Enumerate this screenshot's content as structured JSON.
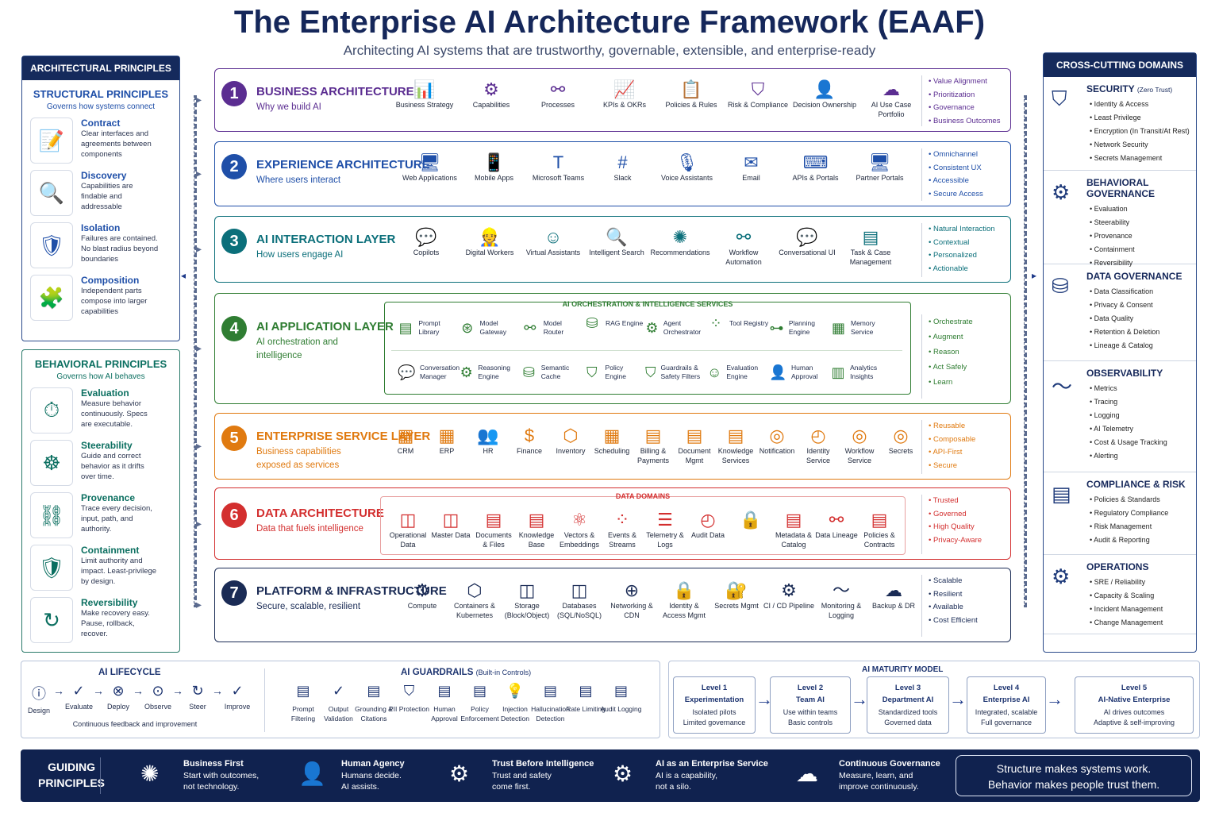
{
  "title": "The Enterprise AI Architecture Framework (EAAF)",
  "subtitle": "Architecting AI systems that are trustworthy, governable, extensible, and enterprise-ready",
  "left": {
    "header": "ARCHITECTURAL PRINCIPLES",
    "structural": {
      "title": "STRUCTURAL PRINCIPLES",
      "desc": "Governs how systems connect",
      "items": [
        {
          "title": "Contract",
          "desc": "Clear interfaces and agreements between components"
        },
        {
          "title": "Discovery",
          "desc": "Capabilities are findable and addressable"
        },
        {
          "title": "Isolation",
          "desc": "Failures are contained. No blast radius beyond boundaries"
        },
        {
          "title": "Composition",
          "desc": "Independent parts compose into larger capabilities"
        }
      ]
    },
    "behavioral": {
      "title": "BEHAVIORAL PRINCIPLES",
      "desc": "Governs how AI behaves",
      "items": [
        {
          "title": "Evaluation",
          "desc": "Measure behavior continuously. Specs are executable."
        },
        {
          "title": "Steerability",
          "desc": "Guide and correct behavior as it drifts over time."
        },
        {
          "title": "Provenance",
          "desc": "Trace every decision, input, path, and authority."
        },
        {
          "title": "Containment",
          "desc": "Limit authority and impact. Least-privilege by design."
        },
        {
          "title": "Reversibility",
          "desc": "Make recovery easy. Pause, rollback, recover."
        }
      ]
    }
  },
  "layers": [
    {
      "num": "1",
      "title": "BUSINESS ARCHITECTURE",
      "sub": "Why we build AI",
      "items": [
        "Business Strategy",
        "Capabilities",
        "Processes",
        "KPIs & OKRs",
        "Policies & Rules",
        "Risk & Compliance",
        "Decision Ownership",
        "AI Use Case Portfolio"
      ],
      "tags": [
        "Value Alignment",
        "Prioritization",
        "Governance",
        "Business Outcomes"
      ]
    },
    {
      "num": "2",
      "title": "EXPERIENCE ARCHITECTURE",
      "sub": "Where users interact",
      "items": [
        "Web Applications",
        "Mobile Apps",
        "Microsoft Teams",
        "Slack",
        "Voice Assistants",
        "Email",
        "APIs & Portals",
        "Partner Portals"
      ],
      "tags": [
        "Omnichannel",
        "Consistent UX",
        "Accessible",
        "Secure Access"
      ]
    },
    {
      "num": "3",
      "title": "AI INTERACTION LAYER",
      "sub": "How users engage AI",
      "items": [
        "Copilots",
        "Digital Workers",
        "Virtual Assistants",
        "Intelligent Search",
        "Recommendations",
        "Workflow Automation",
        "Conversational UI",
        "Task & Case Management"
      ],
      "tags": [
        "Natural Interaction",
        "Contextual",
        "Personalized",
        "Actionable"
      ]
    },
    {
      "num": "4",
      "title": "AI APPLICATION LAYER",
      "sub": "AI orchestration and intelligence",
      "box_title": "AI ORCHESTRATION & INTELLIGENCE SERVICES",
      "row1": [
        "Prompt Library",
        "Model Gateway",
        "Model Router",
        "RAG Engine",
        "Agent Orchestrator",
        "Tool Registry",
        "Planning Engine",
        "Memory Service"
      ],
      "row2": [
        "Conversation Manager",
        "Reasoning Engine",
        "Semantic Cache",
        "Policy Engine",
        "Guardrails & Safety Filters",
        "Evaluation Engine",
        "Human Approval",
        "Analytics Insights"
      ],
      "tags": [
        "Orchestrate",
        "Augment",
        "Reason",
        "Act Safely",
        "Learn"
      ]
    },
    {
      "num": "5",
      "title": "ENTERPRISE SERVICE LAYER",
      "sub": "Business capabilities exposed as services",
      "items": [
        "CRM",
        "ERP",
        "HR",
        "Finance",
        "Inventory",
        "Scheduling",
        "Billing & Payments",
        "Document Mgmt",
        "Knowledge Services",
        "Notification",
        "Identity Service",
        "Workflow Service",
        "Secrets"
      ],
      "tags": [
        "Reusable",
        "Composable",
        "API-First",
        "Secure"
      ]
    },
    {
      "num": "6",
      "title": "DATA ARCHITECTURE",
      "sub": "Data that fuels intelligence",
      "box_title": "DATA DOMAINS",
      "items": [
        "Operational Data",
        "Master Data",
        "Documents & Files",
        "Knowledge Base",
        "Vectors & Embeddings",
        "Events & Streams",
        "Telemetry & Logs",
        "Audit Data",
        "",
        "Metadata & Catalog",
        "Data Lineage",
        "Policies & Contracts"
      ],
      "tags": [
        "Trusted",
        "Governed",
        "High Quality",
        "Privacy-Aware"
      ]
    },
    {
      "num": "7",
      "title": "PLATFORM & INFRASTRUCTURE",
      "sub": "Secure, scalable, resilient",
      "items": [
        "Compute",
        "Containers & Kubernetes",
        "Storage (Block/Object)",
        "Databases (SQL/NoSQL)",
        "Networking & CDN",
        "Identity & Access Mgmt",
        "Secrets Mgmt",
        "CI / CD Pipeline",
        "Monitoring & Logging",
        "Backup & DR"
      ],
      "tags": [
        "Scalable",
        "Resilient",
        "Available",
        "Cost Efficient"
      ]
    }
  ],
  "right": {
    "header": "CROSS-CUTTING DOMAINS",
    "domains": [
      {
        "title": "SECURITY",
        "note": "(Zero Trust)",
        "items": [
          "Identity & Access",
          "Least Privilege",
          "Encryption (In Transit/At Rest)",
          "Network Security",
          "Secrets Management"
        ]
      },
      {
        "title": "BEHAVIORAL GOVERNANCE",
        "note": "",
        "items": [
          "Evaluation",
          "Steerability",
          "Provenance",
          "Containment",
          "Reversibility"
        ]
      },
      {
        "title": "DATA GOVERNANCE",
        "note": "",
        "items": [
          "Data Classification",
          "Privacy & Consent",
          "Data Quality",
          "Retention & Deletion",
          "Lineage & Catalog"
        ]
      },
      {
        "title": "OBSERVABILITY",
        "note": "",
        "items": [
          "Metrics",
          "Tracing",
          "Logging",
          "AI Telemetry",
          "Cost & Usage Tracking",
          "Alerting"
        ]
      },
      {
        "title": "COMPLIANCE & RISK",
        "note": "",
        "items": [
          "Policies & Standards",
          "Regulatory Compliance",
          "Risk Management",
          "Audit & Reporting"
        ]
      },
      {
        "title": "OPERATIONS",
        "note": "",
        "items": [
          "SRE / Reliability",
          "Capacity & Scaling",
          "Incident Management",
          "Change Management"
        ]
      }
    ]
  },
  "lifecycle": {
    "title": "AI LIFECYCLE",
    "steps": [
      "Design",
      "Evaluate",
      "Deploy",
      "Observe",
      "Steer",
      "Improve"
    ],
    "caption": "Continuous feedback and improvement"
  },
  "guardrails": {
    "title": "AI GUARDRAILS",
    "note": "(Built-in Controls)",
    "items": [
      "Prompt Filtering",
      "Output Validation",
      "Grounding & Citations",
      "PII Protection",
      "Human Approval",
      "Policy Enforcement",
      "Injection Detection",
      "Hallucination Detection",
      "Rate Limiting",
      "Audit Logging"
    ]
  },
  "maturity": {
    "title": "AI MATURITY MODEL",
    "levels": [
      {
        "level": "Level 1",
        "name": "Experimentation",
        "l1": "Isolated pilots",
        "l2": "Limited governance"
      },
      {
        "level": "Level 2",
        "name": "Team AI",
        "l1": "Use within teams",
        "l2": "Basic controls"
      },
      {
        "level": "Level 3",
        "name": "Department AI",
        "l1": "Standardized tools",
        "l2": "Governed data"
      },
      {
        "level": "Level 4",
        "name": "Enterprise AI",
        "l1": "Integrated, scalable",
        "l2": "Full governance"
      },
      {
        "level": "Level 5",
        "name": "AI-Native Enterprise",
        "l1": "AI drives outcomes",
        "l2": "Adaptive & self-improving"
      }
    ]
  },
  "guiding": {
    "label1": "GUIDING",
    "label2": "PRINCIPLES",
    "items": [
      {
        "title": "Business First",
        "l1": "Start with outcomes,",
        "l2": "not technology."
      },
      {
        "title": "Human Agency",
        "l1": "Humans decide.",
        "l2": "AI assists."
      },
      {
        "title": "Trust Before Intelligence",
        "l1": "Trust and safety",
        "l2": "come first."
      },
      {
        "title": "AI as an Enterprise Service",
        "l1": "AI is a capability,",
        "l2": "not a silo."
      },
      {
        "title": "Continuous Governance",
        "l1": "Measure, learn, and",
        "l2": "improve continuously."
      }
    ],
    "quote1": "Structure makes systems work.",
    "quote2": "Behavior makes people trust them."
  },
  "colors": {
    "layer1": "#5b2d91",
    "layer2": "#1f4fa8",
    "layer3": "#0b6f7a",
    "layer4": "#2f7d32",
    "layer5": "#e07a10",
    "layer6": "#d32f2f",
    "layer7": "#1a2b55",
    "navy": "#152a5c"
  }
}
